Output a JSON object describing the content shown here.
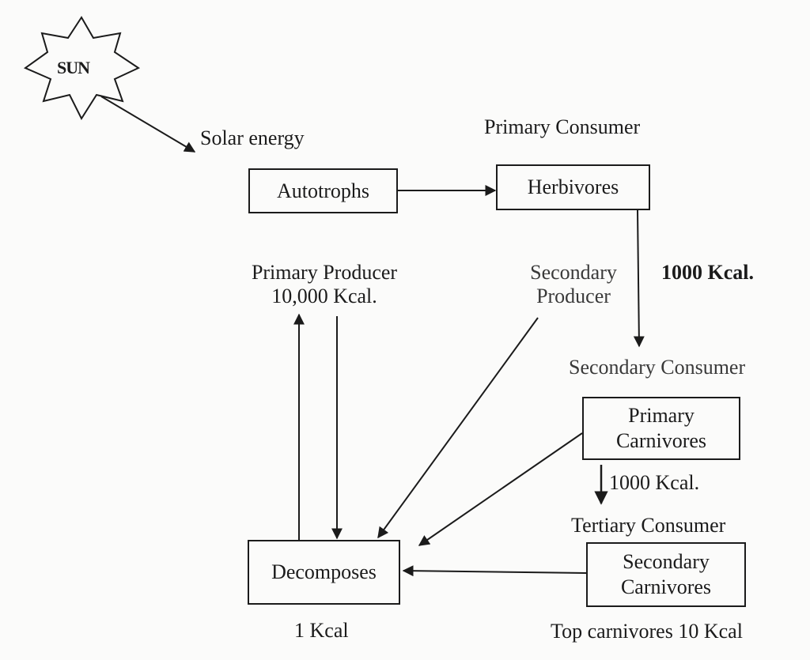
{
  "sun": {
    "label": "SUN"
  },
  "labels": {
    "solar_energy": "Solar energy",
    "primary_consumer": "Primary Consumer",
    "primary_producer_line1": "Primary Producer",
    "primary_producer_line2": "10,000 Kcal.",
    "secondary_producer_line1": "Secondary",
    "secondary_producer_line2": "Producer",
    "herbivores_energy": "1000 Kcal.",
    "secondary_consumer": "Secondary Consumer",
    "carnivores_energy": "1000 Kcal.",
    "tertiary_consumer": "Tertiary Consumer",
    "decomposer_energy": "1 Kcal",
    "top_carnivores_energy": "Top carnivores 10 Kcal"
  },
  "boxes": {
    "autotrophs": "Autotrophs",
    "herbivores": "Herbivores",
    "primary_carnivores_line1": "Primary",
    "primary_carnivores_line2": "Carnivores",
    "secondary_carnivores_line1": "Secondary",
    "secondary_carnivores_line2": "Carnivores",
    "decomposers": "Decomposes"
  },
  "colors": {
    "ink": "#1b1b1b",
    "paper": "#fbfbfa"
  }
}
